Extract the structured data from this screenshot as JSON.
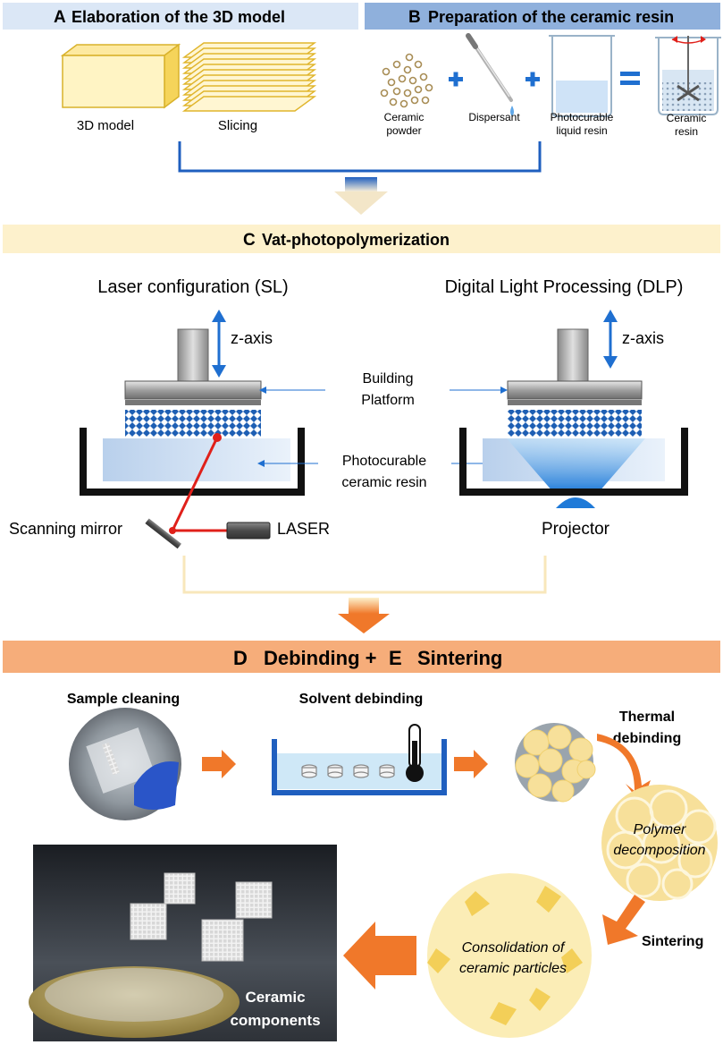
{
  "colors": {
    "banner_a": "#dbe7f6",
    "banner_b": "#8fb0dc",
    "banner_c": "#fdf1cc",
    "banner_de": "#f6ad7a",
    "connector_blue": "#1f5fbf",
    "accent_blue": "#1f6fd0",
    "arrow_orange": "#f0782a",
    "particle_yellow": "#f7e09a",
    "laser_red": "#e0201a"
  },
  "sectionA": {
    "letter": "A",
    "title": "Elaboration of the 3D model",
    "label_model": "3D model",
    "label_slicing": "Slicing"
  },
  "sectionB": {
    "letter": "B",
    "title": "Preparation of the ceramic resin",
    "label_powder_1": "Ceramic",
    "label_powder_2": "powder",
    "label_dispersant": "Dispersant",
    "label_resin_1": "Photocurable",
    "label_resin_2": "liquid resin",
    "label_result_1": "Ceramic",
    "label_result_2": "resin"
  },
  "sectionC": {
    "letter": "C",
    "title": "Vat-photopolymerization",
    "sl_title": "Laser configuration (SL)",
    "dlp_title": "Digital Light Processing (DLP)",
    "zaxis": "z-axis",
    "platform_1": "Building",
    "platform_2": "Platform",
    "resin_1": "Photocurable",
    "resin_2": "ceramic resin",
    "mirror": "Scanning mirror",
    "laser": "LASER",
    "projector": "Projector"
  },
  "sectionDE": {
    "letter_d": "D",
    "title_d": "Debinding +",
    "letter_e": "E",
    "title_e": "Sintering",
    "cleaning": "Sample cleaning",
    "solvent": "Solvent debinding",
    "thermal_1": "Thermal",
    "thermal_2": "debinding",
    "polymer_1": "Polymer",
    "polymer_2": "decomposition",
    "sintering": "Sintering",
    "consol_1": "Consolidation of",
    "consol_2": "ceramic particles",
    "components_1": "Ceramic",
    "components_2": "components"
  }
}
